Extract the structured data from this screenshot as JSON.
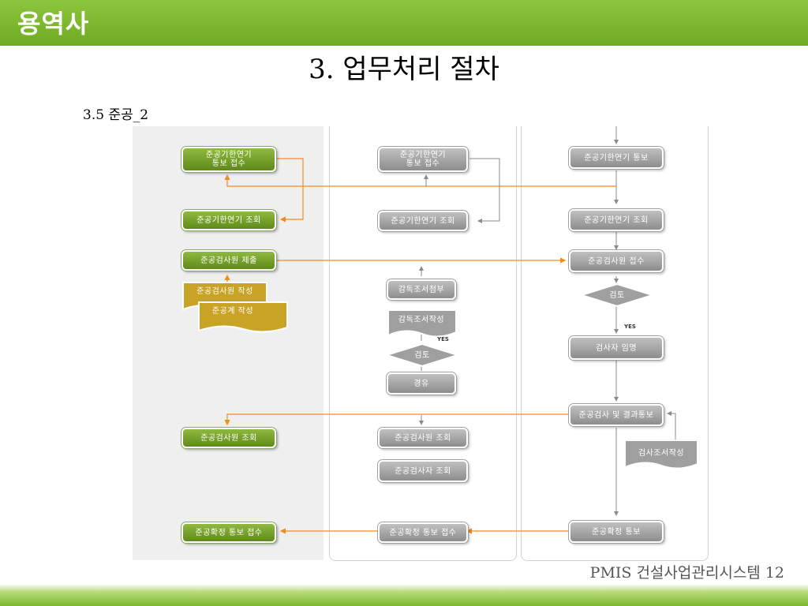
{
  "header": {
    "brand": "용역사"
  },
  "page": {
    "title": "3. 업무처리 절차",
    "subtitle": "3.5 준공_2"
  },
  "flow": {
    "lane1": {
      "n1": "준공기한연기\n통보 접수",
      "n2": "준공기한연기 조회",
      "n3": "준공검사원 제출",
      "d1": "준공검사원 작성",
      "d2": "준공계 작성",
      "n4": "준공검사원 조회",
      "n5": "준공확정 통보 접수"
    },
    "lane2": {
      "n1": "준공기한연기\n통보 접수",
      "n2": "준공기한연기 조회",
      "n3": "감독조서첨부",
      "d1": "감독조서작성",
      "yes": "YES",
      "diamond": "검토",
      "n4": "경유",
      "n5": "준공검사원 조회",
      "n6": "준공검사자 조회",
      "n7": "준공확정 통보 접수"
    },
    "lane3": {
      "n1": "준공기한연기 통보",
      "n2": "준공기한연기 조회",
      "n3": "준공검사원 접수",
      "diamond": "검토",
      "yes": "YES",
      "n4": "검사자 임명",
      "n5": "준공검사 및 결과통보",
      "d1": "검사조서작성",
      "n6": "준공확정 통보"
    }
  },
  "footer": {
    "text": "PMIS 건설사업관리시스템 12"
  },
  "colors": {
    "brand_green": "#7ab72e",
    "arrow_orange": "#f08c1e",
    "node_green": "#6f9a26",
    "node_gray": "#9a9a9a",
    "doc_gold": "#c9a326"
  }
}
